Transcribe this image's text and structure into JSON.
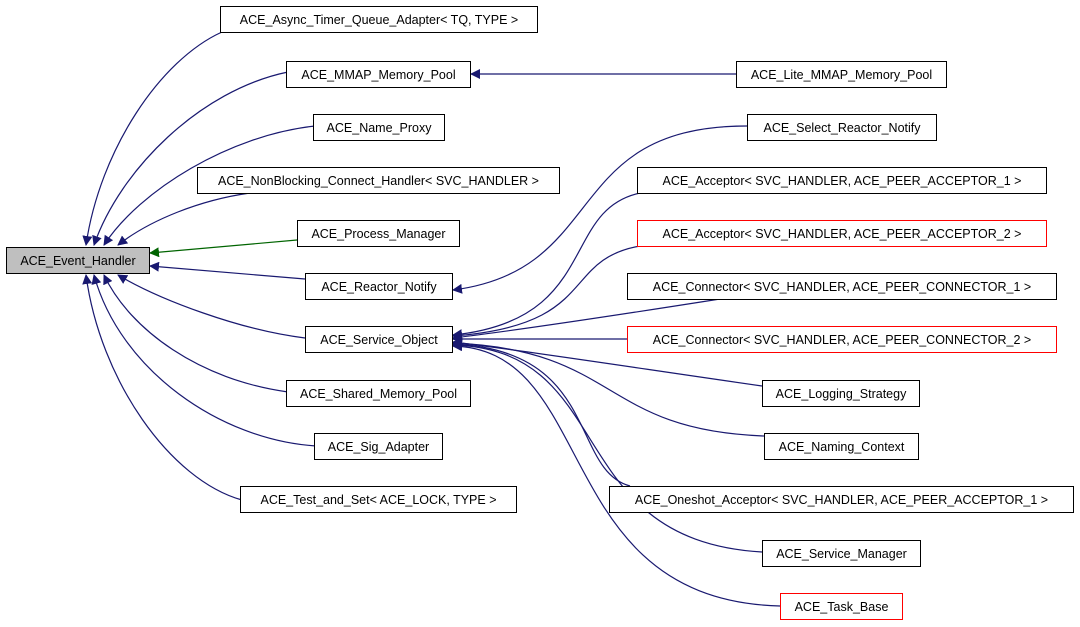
{
  "colors": {
    "edge_default": "#191970",
    "edge_green": "#006400",
    "node_border": "#000000",
    "node_border_red": "#ff0000",
    "node_fill": "#ffffff",
    "root_fill": "#bfbfbf"
  },
  "nodes": [
    {
      "id": "ace-event-handler",
      "label": "ACE_Event_Handler",
      "style": "root"
    },
    {
      "id": "ace-async-timer-queue-adapter",
      "label": "ACE_Async_Timer_Queue_Adapter< TQ, TYPE >",
      "style": "normal"
    },
    {
      "id": "ace-mmap-memory-pool",
      "label": "ACE_MMAP_Memory_Pool",
      "style": "normal"
    },
    {
      "id": "ace-lite-mmap-memory-pool",
      "label": "ACE_Lite_MMAP_Memory_Pool",
      "style": "normal"
    },
    {
      "id": "ace-name-proxy",
      "label": "ACE_Name_Proxy",
      "style": "normal"
    },
    {
      "id": "ace-select-reactor-notify",
      "label": "ACE_Select_Reactor_Notify",
      "style": "normal"
    },
    {
      "id": "ace-nonblocking-connect-handler",
      "label": "ACE_NonBlocking_Connect_Handler< SVC_HANDLER >",
      "style": "normal"
    },
    {
      "id": "ace-acceptor-1",
      "label": "ACE_Acceptor< SVC_HANDLER, ACE_PEER_ACCEPTOR_1 >",
      "style": "normal"
    },
    {
      "id": "ace-process-manager",
      "label": "ACE_Process_Manager",
      "style": "normal"
    },
    {
      "id": "ace-acceptor-2",
      "label": "ACE_Acceptor< SVC_HANDLER, ACE_PEER_ACCEPTOR_2 >",
      "style": "red"
    },
    {
      "id": "ace-reactor-notify",
      "label": "ACE_Reactor_Notify",
      "style": "normal"
    },
    {
      "id": "ace-connector-1",
      "label": "ACE_Connector< SVC_HANDLER, ACE_PEER_CONNECTOR_1 >",
      "style": "normal"
    },
    {
      "id": "ace-service-object",
      "label": "ACE_Service_Object",
      "style": "normal"
    },
    {
      "id": "ace-connector-2",
      "label": "ACE_Connector< SVC_HANDLER, ACE_PEER_CONNECTOR_2 >",
      "style": "red"
    },
    {
      "id": "ace-shared-memory-pool",
      "label": "ACE_Shared_Memory_Pool",
      "style": "normal"
    },
    {
      "id": "ace-logging-strategy",
      "label": "ACE_Logging_Strategy",
      "style": "normal"
    },
    {
      "id": "ace-sig-adapter",
      "label": "ACE_Sig_Adapter",
      "style": "normal"
    },
    {
      "id": "ace-naming-context",
      "label": "ACE_Naming_Context",
      "style": "normal"
    },
    {
      "id": "ace-test-and-set",
      "label": "ACE_Test_and_Set< ACE_LOCK, TYPE >",
      "style": "normal"
    },
    {
      "id": "ace-oneshot-acceptor",
      "label": "ACE_Oneshot_Acceptor< SVC_HANDLER, ACE_PEER_ACCEPTOR_1 >",
      "style": "normal"
    },
    {
      "id": "ace-service-manager",
      "label": "ACE_Service_Manager",
      "style": "normal"
    },
    {
      "id": "ace-task-base",
      "label": "ACE_Task_Base",
      "style": "red"
    }
  ],
  "edges": [
    {
      "from": "ace-async-timer-queue-adapter",
      "to": "ace-event-handler",
      "color": "#191970"
    },
    {
      "from": "ace-mmap-memory-pool",
      "to": "ace-event-handler",
      "color": "#191970"
    },
    {
      "from": "ace-name-proxy",
      "to": "ace-event-handler",
      "color": "#191970"
    },
    {
      "from": "ace-nonblocking-connect-handler",
      "to": "ace-event-handler",
      "color": "#191970"
    },
    {
      "from": "ace-process-manager",
      "to": "ace-event-handler",
      "color": "#006400"
    },
    {
      "from": "ace-reactor-notify",
      "to": "ace-event-handler",
      "color": "#191970"
    },
    {
      "from": "ace-service-object",
      "to": "ace-event-handler",
      "color": "#191970"
    },
    {
      "from": "ace-shared-memory-pool",
      "to": "ace-event-handler",
      "color": "#191970"
    },
    {
      "from": "ace-sig-adapter",
      "to": "ace-event-handler",
      "color": "#191970"
    },
    {
      "from": "ace-test-and-set",
      "to": "ace-event-handler",
      "color": "#191970"
    },
    {
      "from": "ace-lite-mmap-memory-pool",
      "to": "ace-mmap-memory-pool",
      "color": "#191970"
    },
    {
      "from": "ace-select-reactor-notify",
      "to": "ace-reactor-notify",
      "color": "#191970"
    },
    {
      "from": "ace-acceptor-1",
      "to": "ace-service-object",
      "color": "#191970"
    },
    {
      "from": "ace-acceptor-2",
      "to": "ace-service-object",
      "color": "#191970"
    },
    {
      "from": "ace-connector-1",
      "to": "ace-service-object",
      "color": "#191970"
    },
    {
      "from": "ace-connector-2",
      "to": "ace-service-object",
      "color": "#191970"
    },
    {
      "from": "ace-logging-strategy",
      "to": "ace-service-object",
      "color": "#191970"
    },
    {
      "from": "ace-naming-context",
      "to": "ace-service-object",
      "color": "#191970"
    },
    {
      "from": "ace-oneshot-acceptor",
      "to": "ace-service-object",
      "color": "#191970"
    },
    {
      "from": "ace-service-manager",
      "to": "ace-service-object",
      "color": "#191970"
    },
    {
      "from": "ace-task-base",
      "to": "ace-service-object",
      "color": "#191970"
    }
  ]
}
